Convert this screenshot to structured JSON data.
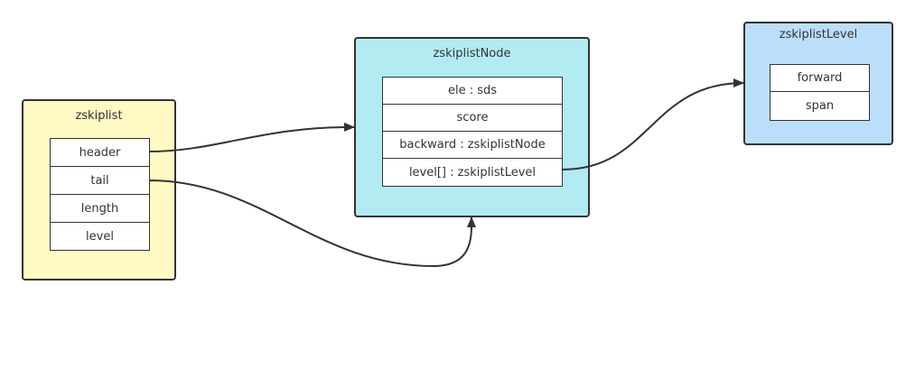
{
  "colors": {
    "zskiplist_fill": "#fff9c4",
    "node_fill": "#b2ebf2",
    "level_fill": "#bbdefb",
    "stroke": "#333333"
  },
  "zskiplist": {
    "title": "zskiplist",
    "fields": [
      "header",
      "tail",
      "length",
      "level"
    ]
  },
  "node": {
    "title": "zskiplistNode",
    "fields": [
      "ele : sds",
      "score",
      "backward : zskiplistNode",
      "level[] : zskiplistLevel"
    ]
  },
  "level": {
    "title": "zskiplistLevel",
    "fields": [
      "forward",
      "span"
    ]
  }
}
